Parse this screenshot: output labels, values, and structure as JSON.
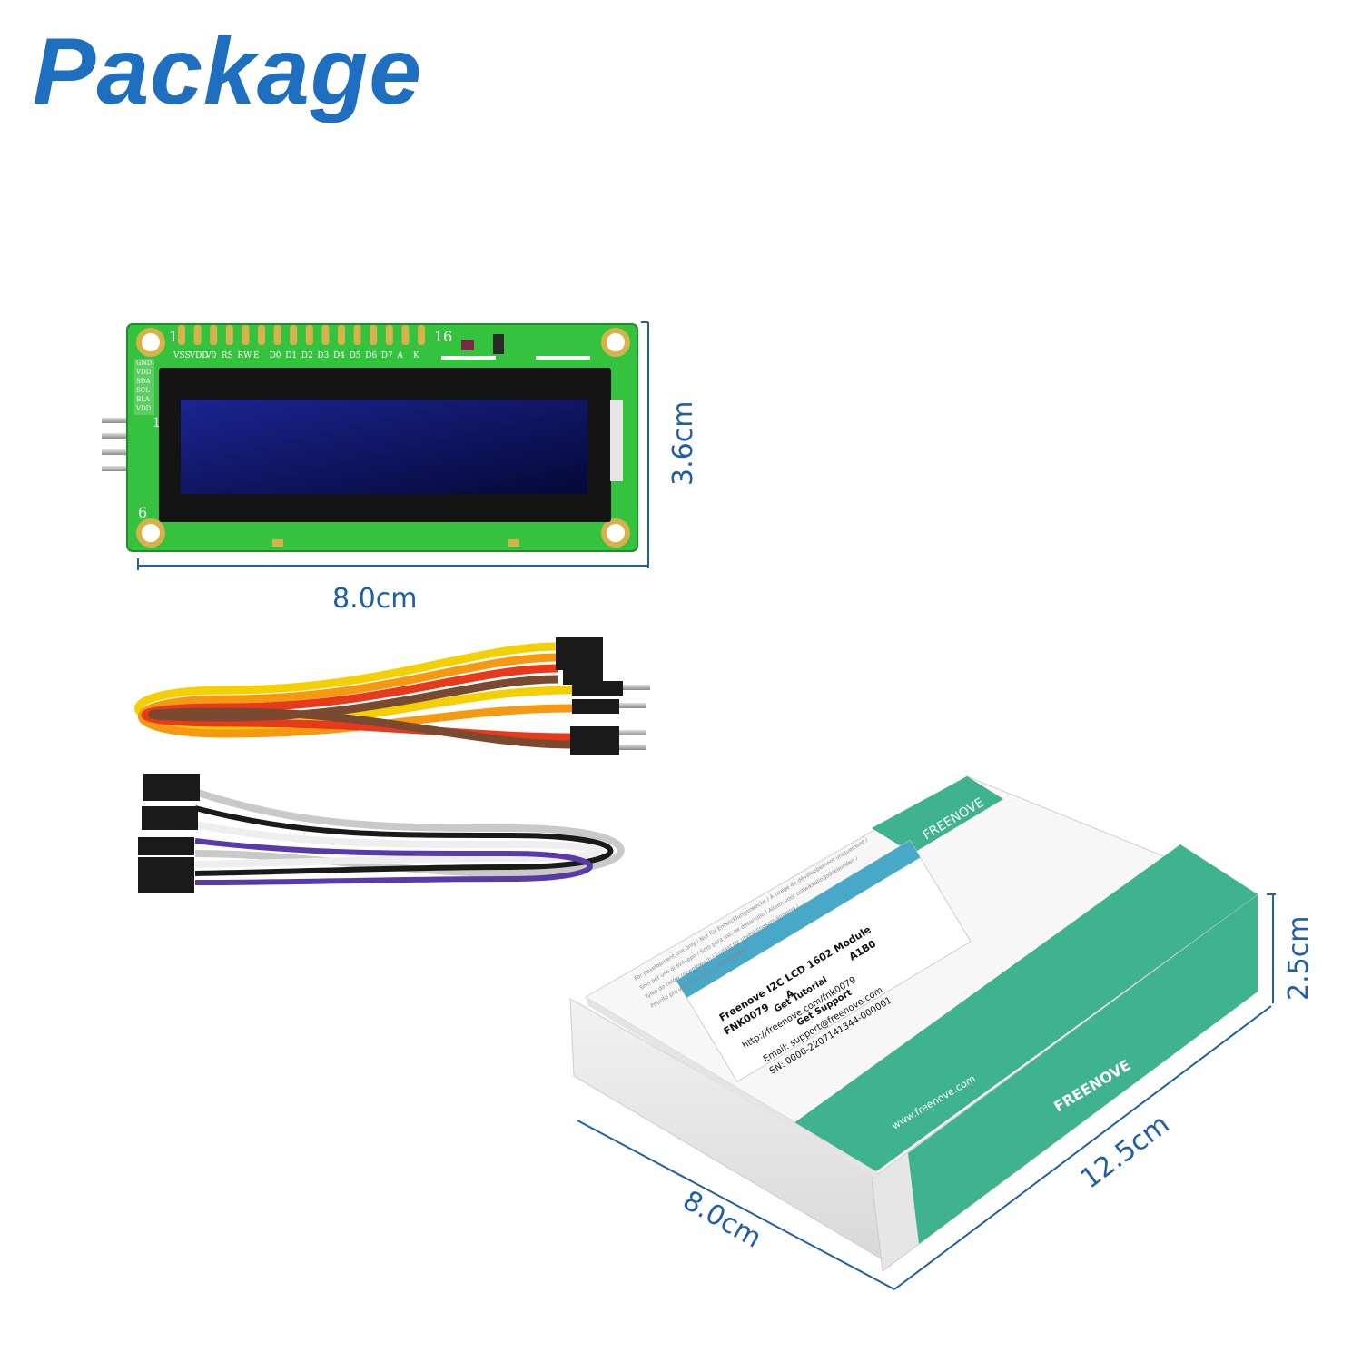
{
  "title": "Package",
  "colors": {
    "title": "#1e6fc0",
    "dimension_line": "#1e5fa8",
    "pcb_green": "#2fbf3c",
    "lcd_blue": "#0a1050",
    "brand_teal": "#3fb28e"
  },
  "lcd_module": {
    "pin_start": "1",
    "pin_end": "16",
    "pin_labels": [
      "VSS",
      "VDD",
      "V0",
      "RS",
      "RW",
      "E",
      "D0",
      "D1",
      "D2",
      "D3",
      "D4",
      "D5",
      "D6",
      "D7",
      "A",
      "K"
    ],
    "i2c_labels": [
      "GND",
      "VDD",
      "SDA",
      "SCL",
      "BLA",
      "VDD"
    ],
    "marker_1": "1",
    "marker_6": "6",
    "width_label": "8.0cm",
    "height_label": "3.6cm"
  },
  "box": {
    "brand": "FREENOVE",
    "website": "www.freenove.com",
    "disclaimer": [
      "For development use only / Nur für Entwicklungszwecke / À usage de développement uniquement /",
      "Solo per uso di sviluppo / Solo para uso de desarrollo / Alleen voor ontwikkelingsdoeleinden /",
      "Tylko do celów rozwojowych / Endast för utvecklingsanvändning /",
      "Pouzito pro vyvojove ucely / 仅供开发使用"
    ],
    "product_name": "Freenove I2C LCD 1602 Module",
    "model": "FNK0079",
    "model_rev": "A",
    "code": "A1B0",
    "tutorial_label": "Get Tutorial",
    "tutorial_url": "http://freenove.com/fnk0079",
    "support_label": "Get Support",
    "support_email": "Email: support@freenove.com",
    "serial": "SN: 0000-2207141344-000001",
    "length_label": "12.5cm",
    "width_label": "8.0cm",
    "height_label": "2.5cm"
  }
}
